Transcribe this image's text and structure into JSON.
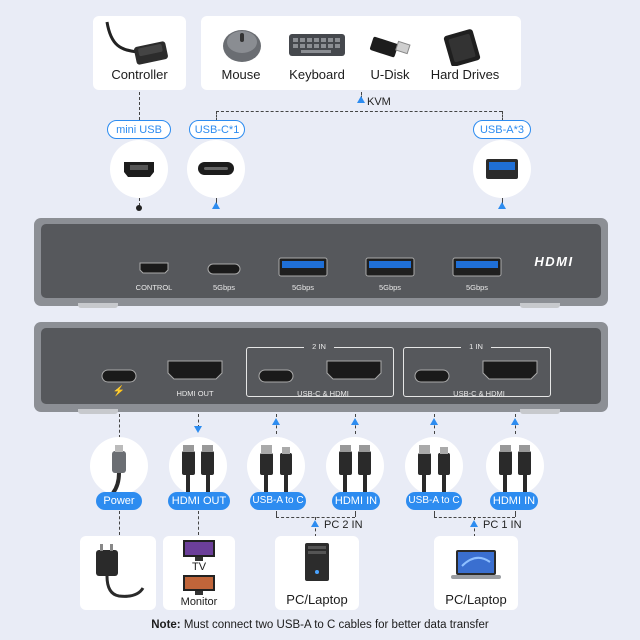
{
  "devices_top": {
    "controller": "Controller",
    "mouse": "Mouse",
    "keyboard": "Keyboard",
    "udisk": "U-Disk",
    "hard_drives": "Hard Drives"
  },
  "kvm_label": "KVM",
  "top_ports": {
    "mini_usb": "mini USB",
    "usb_c": "USB-C*1",
    "usb_a": "USB-A*3"
  },
  "front_panel": {
    "control": "CONTROL",
    "speed": "5Gbps",
    "brand": "HDMI"
  },
  "rear_panel": {
    "hdmi_out": "HDMI OUT",
    "in2": "2 IN",
    "in1": "1 IN",
    "usbc_hdmi": "USB-C & HDMI"
  },
  "cables": {
    "power": "Power",
    "hdmi_out": "HDMI OUT",
    "usba_to_c": "USB-A to C",
    "hdmi_in": "HDMI IN",
    "pc2": "PC 2 IN",
    "pc1": "PC 1 IN"
  },
  "bottom_devices": {
    "tv": "TV",
    "monitor": "Monitor",
    "pc_laptop": "PC/Laptop"
  },
  "note": {
    "prefix": "Note:",
    "text": " Must connect two USB-A to C cables for better data transfer"
  },
  "colors": {
    "accent": "#2d8cf0",
    "device_body": "#56585c",
    "device_frame": "#8c8f95",
    "usb_blue": "#1f6fd6"
  }
}
